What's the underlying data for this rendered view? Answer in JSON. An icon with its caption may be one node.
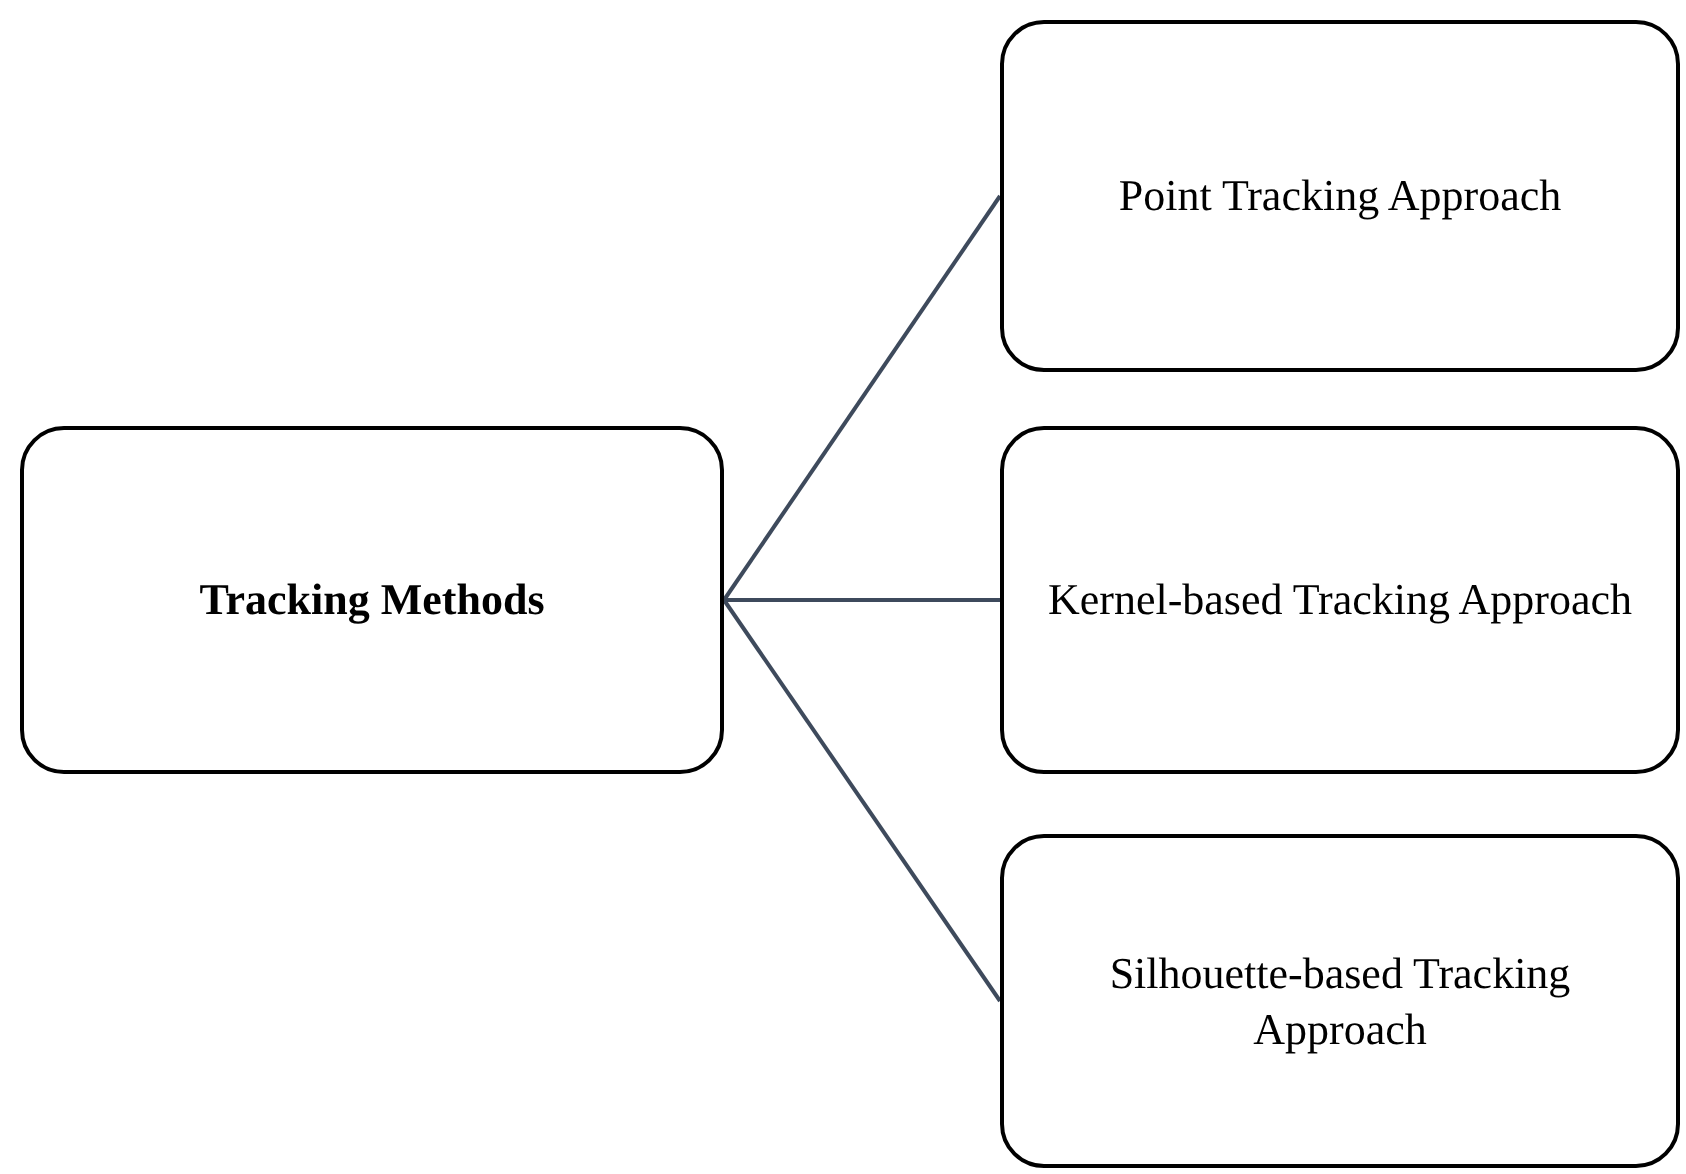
{
  "diagram": {
    "nodes": [
      {
        "text": [
          "Tracking Methods"
        ]
      },
      {
        "text": [
          "Point Tracking Approach"
        ]
      },
      {
        "text": [
          "Kernel-based Tracking Approach"
        ]
      },
      {
        "text": [
          "Silhouette-based Tracking Approach"
        ]
      }
    ],
    "edges": [
      {
        "from": 0,
        "to": 1,
        "arrow": "none"
      },
      {
        "from": 0,
        "to": 2,
        "arrow": "none"
      },
      {
        "from": 0,
        "to": 3,
        "arrow": "none"
      }
    ]
  }
}
